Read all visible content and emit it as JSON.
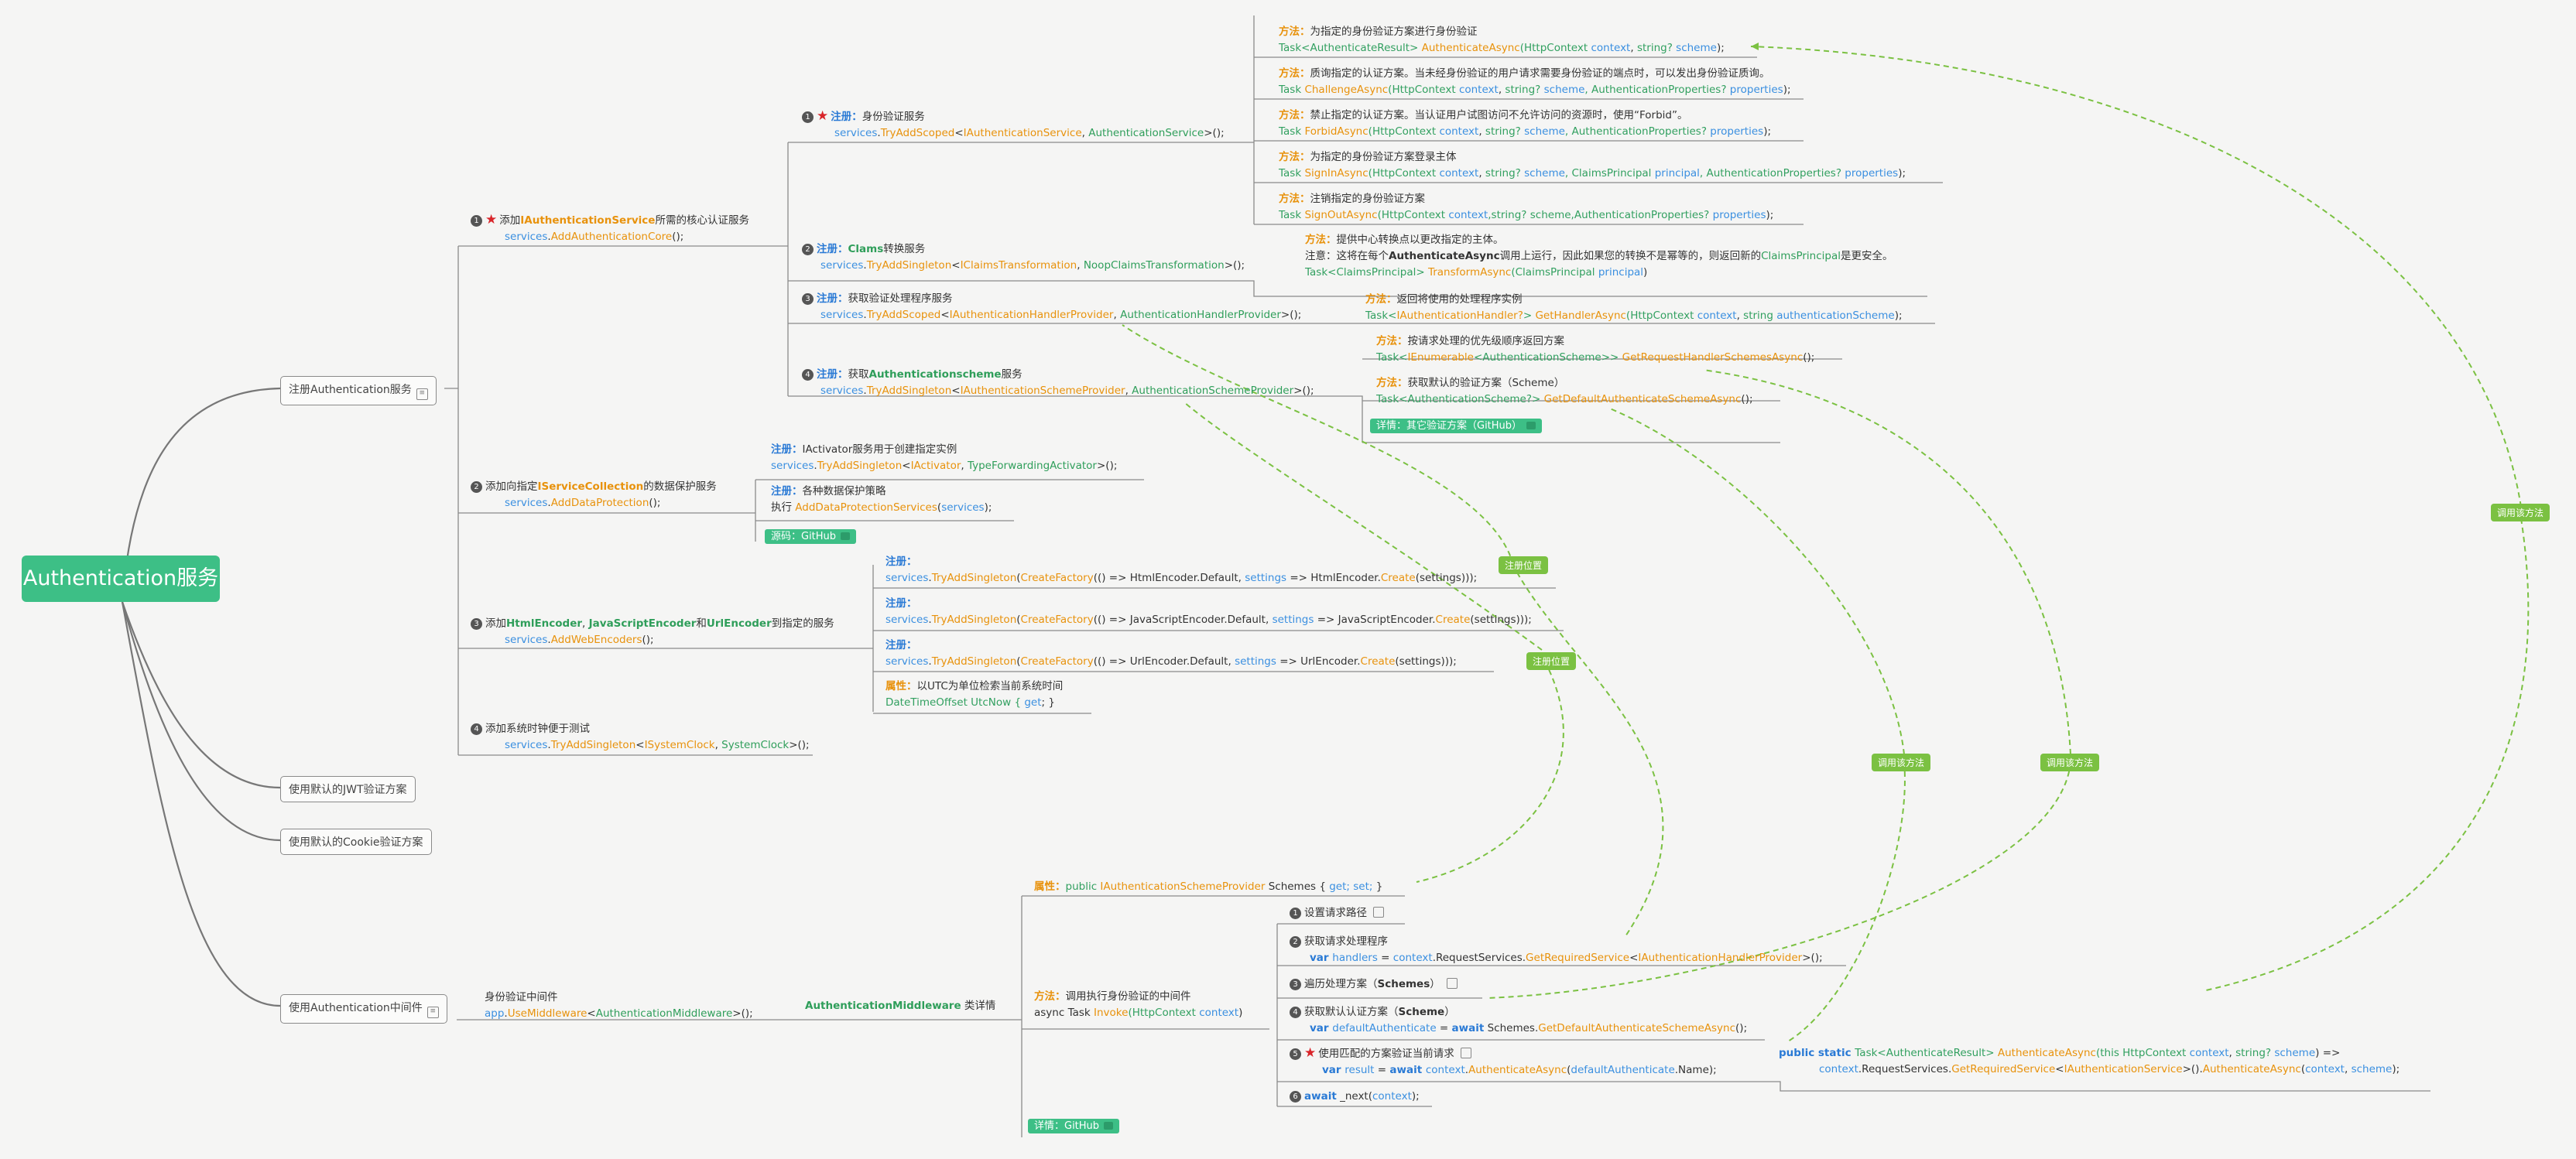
{
  "root": {
    "label": "Authentication服务"
  },
  "branches": {
    "register": {
      "label": "注册Authentication服务"
    },
    "jwt": {
      "label": "使用默认的JWT验证方案"
    },
    "cookie": {
      "label": "使用默认的Cookie验证方案"
    },
    "middleware": {
      "label": "使用Authentication中间件"
    }
  },
  "core": {
    "num": "1",
    "pre": "添加",
    "type": "IAuthenticationService",
    "post": "所需的核心认证服务",
    "svc": "services",
    "method": "AddAuthenticationCore",
    "tail": "();"
  },
  "dp": {
    "num": "2",
    "pre": "添加向指定",
    "type": "IServiceCollection",
    "post": "的数据保护服务",
    "svc": "services",
    "method": "AddDataProtection",
    "tail": "();"
  },
  "we": {
    "num": "3",
    "pre": "添加",
    "t1": "HtmlEncoder",
    "sep1": ", ",
    "t2": "JavaScriptEncoder",
    "sep2": "和",
    "t3": "UrlEncoder",
    "post": "到指定的服务",
    "svc": "services",
    "method": "AddWebEncoders",
    "tail": "();"
  },
  "clock": {
    "num": "4",
    "title": "添加系统时钟便于测试",
    "svc": "services",
    "method": "TryAddSingleton",
    "open": "<",
    "iface": "ISystemClock",
    "sep": ", ",
    "impl": "SystemClock",
    "tail": ">();"
  },
  "sub1": {
    "num": "1",
    "label": "注册：",
    "title": "身份验证服务",
    "svc": "services",
    "method": "TryAddScoped",
    "open": "<",
    "iface": "IAuthenticationService",
    "sep": ", ",
    "impl": "AuthenticationService",
    "tail": ">();"
  },
  "sub2": {
    "num": "2",
    "label": "注册：",
    "bold": "Clams",
    "title": "转换服务",
    "svc": "services",
    "method": "TryAddSingleton",
    "open": "<",
    "iface": "IClaimsTransformation",
    "sep": ", ",
    "impl": "NoopClaimsTransformation",
    "tail": ">();"
  },
  "sub3": {
    "num": "3",
    "label": "注册：",
    "title": "获取验证处理程序服务",
    "svc": "services",
    "method": "TryAddScoped",
    "open": "<",
    "iface": "IAuthenticationHandlerProvider",
    "sep": ", ",
    "impl": "AuthenticationHandlerProvider",
    "tail": ">();"
  },
  "sub4": {
    "num": "4",
    "label": "注册：",
    "pre": "获取",
    "bold": "Authenticationscheme",
    "title": "服务",
    "svc": "services",
    "method": "TryAddSingleton",
    "open": "<",
    "iface": "IAuthenticationSchemeProvider",
    "sep": ", ",
    "impl": "AuthenticationSchemeProvider",
    "tail": ">();"
  },
  "m": {
    "auth": {
      "label": "方法：",
      "desc": "为指定的身份验证方案进行身份验证",
      "r1": "Task<",
      "r2": "AuthenticateResult",
      "r3": "> ",
      "name": "AuthenticateAsync",
      "p1": "(HttpContext ",
      "p2": "context",
      "p3": ", ",
      "p4": "string?",
      "p5": " scheme",
      "p6": ");"
    },
    "chal": {
      "label": "方法：",
      "desc": "质询指定的认证方案。当未经身份验证的用户请求需要身份验证的端点时，可以发出身份验证质询。",
      "r1": "Task ",
      "name": "ChallengeAsync",
      "p1": "(HttpContext ",
      "p2": "context",
      "p3": ", ",
      "p4": "string?",
      "p5": " scheme",
      "p6": ", AuthenticationProperties? ",
      "p7": "properties",
      "p8": ");"
    },
    "forb": {
      "label": "方法：",
      "desc": "禁止指定的认证方案。当认证用户试图访问不允许访问的资源时，使用“Forbid”。",
      "r1": "Task ",
      "name": "ForbidAsync",
      "p1": "(HttpContext ",
      "p2": "context",
      "p3": ", ",
      "p4": "string?",
      "p5": " scheme",
      "p6": ", AuthenticationProperties? ",
      "p7": "properties",
      "p8": ");"
    },
    "sin": {
      "label": "方法：",
      "desc": "为指定的身份验证方案登录主体",
      "r1": "Task ",
      "name": "SignInAsync",
      "p1": "(HttpContext ",
      "p2": "context",
      "p3": ", ",
      "p4": "string?",
      "p5": " scheme",
      "p6": ", ClaimsPrincipal ",
      "p7": "principal",
      "p8": ", AuthenticationProperties? ",
      "p9": "properties",
      "p10": ");"
    },
    "sout": {
      "label": "方法：",
      "desc": "注销指定的身份验证方案",
      "r1": "Task ",
      "name": "SignOutAsync",
      "p1": "(HttpContext ",
      "p2": "context",
      "p3": ",string? scheme,AuthenticationProperties? ",
      "p4": "properties",
      "p5": ");"
    }
  },
  "trans": {
    "label": "方法：",
    "desc": "提供中心转换点以更改指定的主体。",
    "note1": "注意：这将在每个",
    "note2": "AuthenticateAsync",
    "note3": "调用上运行，因此如果您的转换不是幂等的，则返回新的",
    "note4": "ClaimsPrincipal",
    "note5": "是更安全。",
    "r1": "Task<ClaimsPrincipal> ",
    "name": "TransformAsync",
    "p1": "(ClaimsPrincipal ",
    "p2": "principal",
    "p3": ")"
  },
  "handler": {
    "label": "方法：",
    "desc": "返回将使用的处理程序实例",
    "r1": "Task<",
    "r2": "IAuthenticationHandler?",
    "r3": "> ",
    "name": "GetHandlerAsync",
    "p1": "(HttpContext ",
    "p2": "context",
    "p3": ", ",
    "p4": "string",
    "p5": " authenticationScheme",
    "p6": ");"
  },
  "schemes": {
    "req": {
      "label": "方法：",
      "desc": "按请求处理的优先级顺序返回方案",
      "r1": "Task<",
      "r2": "IEnumerable",
      "r3": "<AuthenticationScheme>> ",
      "name": "GetRequestHandlerSchemesAsync",
      "p1": "();"
    },
    "def": {
      "label": "方法：",
      "desc": "获取默认的验证方案（Scheme）",
      "r1": "Task<AuthenticationScheme?> ",
      "name": "GetDefaultAuthenticateSchemeAsync",
      "p1": "();"
    },
    "detail": "详情：其它验证方案（GitHub）"
  },
  "dpSub": {
    "reg": {
      "label": "注册：",
      "desc": "IActivator服务用于创建指定实例",
      "svc": "services",
      "method": "TryAddSingleton",
      "open": "<",
      "iface": "IActivator",
      "sep": ", ",
      "impl": "TypeForwardingActivator",
      "tail": ">();"
    },
    "exec": {
      "label": "注册：",
      "desc": "各种数据保护策略",
      "pre": "执行 ",
      "method": "AddDataProtectionServices",
      "open": "(",
      "arg": "services",
      "tail": ");"
    },
    "src": "源码：GitHub"
  },
  "weSub": {
    "html": {
      "label": "注册：",
      "svc": "services",
      "method": "TryAddSingleton",
      "open": "(",
      "fac": "CreateFactory",
      "mid": "(() => HtmlEncoder.Default, ",
      "st": "settings",
      "arrow": " => HtmlEncoder.",
      "create": "Create",
      "tail": "(settings)));"
    },
    "js": {
      "label": "注册：",
      "svc": "services",
      "method": "TryAddSingleton",
      "open": "(",
      "fac": "CreateFactory",
      "mid": "(() => JavaScriptEncoder.Default, ",
      "st": "settings",
      "arrow": " => JavaScriptEncoder.",
      "create": "Create",
      "tail": "(settings)));"
    },
    "url": {
      "label": "注册：",
      "svc": "services",
      "method": "TryAddSingleton",
      "open": "(",
      "fac": "CreateFactory",
      "mid": "(() => UrlEncoder.Default, ",
      "st": "settings",
      "arrow": " => UrlEncoder.",
      "create": "Create",
      "tail": "(settings)));"
    },
    "prop": {
      "label": "属性：",
      "desc": "以UTC为单位检索当前系统时间",
      "code": "DateTimeOffset UtcNow { ",
      "get": "get",
      "end": "; }"
    }
  },
  "mw": {
    "title": "身份验证中间件",
    "app": "app",
    "method": "UseMiddleware",
    "open": "<",
    "type": "AuthenticationMiddleware",
    "tail": ">();",
    "cls": "AuthenticationMiddleware",
    "clsTail": " 类详情"
  },
  "mwProp": {
    "label": "属性：",
    "kw": "public ",
    "type": "IAuthenticationSchemeProvider",
    "name": " Schemes { ",
    "acc": "get; set;",
    "end": " }"
  },
  "invoke": {
    "label": "方法：",
    "desc": "调用执行身份验证的中间件",
    "pre": "async Task ",
    "name": "Invoke",
    "p1": "(HttpContext ",
    "p2": "context",
    "p3": ")"
  },
  "mwDetail": "详情：GitHub",
  "steps": {
    "s1": {
      "num": "1",
      "title": "设置请求路径"
    },
    "s2": {
      "num": "2",
      "title": "获取请求处理程序",
      "v": "var ",
      "vn": "handlers",
      "eq": " = ",
      "ctx": "context",
      "rs": ".RequestServices.",
      "m": "GetRequiredService",
      "open": "<",
      "t": "IAuthenticationHandlerProvider",
      "tail": ">();"
    },
    "s3": {
      "num": "3",
      "pre": "遍历处理方案（",
      "bold": "Schemes",
      "post": "）"
    },
    "s4": {
      "num": "4",
      "pre": "获取默认认证方案（",
      "bold": "Scheme",
      "post": "）",
      "v": "var ",
      "vn": "defaultAuthenticate",
      "eq": " = ",
      "aw": "await",
      "sc": " Schemes.",
      "m": "GetDefaultAuthenticateSchemeAsync",
      "tail": "();"
    },
    "s5": {
      "num": "5",
      "title": "使用匹配的方案验证当前请求",
      "v": "var ",
      "vn": "result",
      "eq": " = ",
      "aw": "await ",
      "ctx": "context",
      "dot": ".",
      "m": "AuthenticateAsync",
      "open": "(",
      "arg": "defaultAuthenticate",
      "tail": ".Name);"
    },
    "s6": {
      "num": "6",
      "aw": "await",
      "call": " _next(",
      "arg": "context",
      "tail": ");"
    }
  },
  "ext": {
    "kw": "public static ",
    "r1": "Task<AuthenticateResult> ",
    "name": "AuthenticateAsync",
    "p1": "(this HttpContext ",
    "p2": "context",
    "p3": ", ",
    "p4": "string?",
    "p5": " scheme",
    "p6": ") =>",
    "l2a": "context",
    "l2b": ".RequestServices.",
    "l2m": "GetRequiredService",
    "l2o": "<",
    "l2t": "IAuthenticationService",
    "l2c": ">().",
    "l2n": "AuthenticateAsync",
    "l2p1": "(",
    "l2p2": "context",
    "l2p3": ", ",
    "l2p4": "scheme",
    "l2p5": ");"
  },
  "pills": {
    "regPos1": "注册位置",
    "regPos2": "注册位置",
    "call1": "调用该方法",
    "call2": "调用该方法",
    "call3": "调用该方法"
  },
  "colors": {
    "root": "#3dbf86",
    "accent": "#e8920c",
    "blue": "#3a8fe0",
    "green": "#2f9e5a",
    "dash": "#7bc142"
  }
}
